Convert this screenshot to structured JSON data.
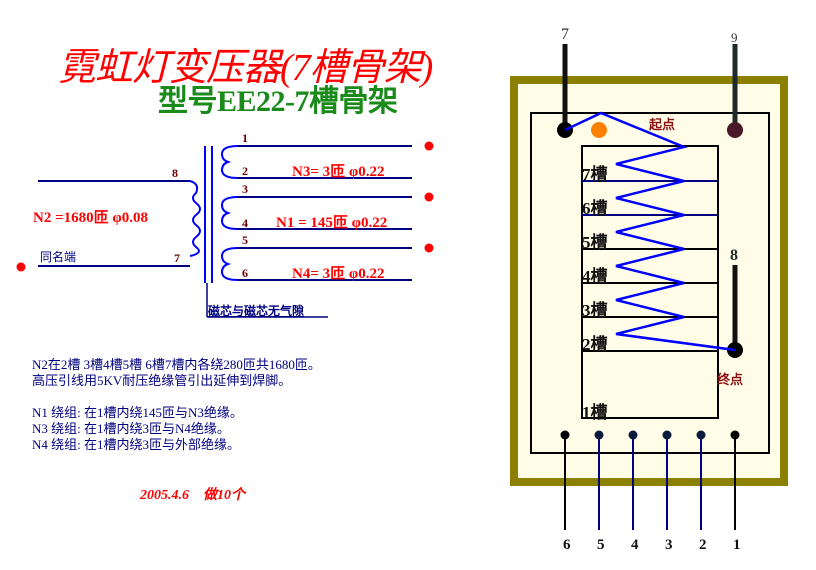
{
  "title": "霓虹灯变压器(7槽骨架)",
  "subtitle": "型号EE22-7槽骨架",
  "schematic": {
    "primary": {
      "label": "N2 =1680匝  φ0.08",
      "pin_top": "8",
      "pin_bottom": "7",
      "same_end_label": "同名端"
    },
    "secondaries": [
      {
        "label": "N3= 3匝   φ0.22",
        "pin_top": "1",
        "pin_bottom": "2"
      },
      {
        "label": "N1 = 145匝   φ0.22",
        "pin_top": "3",
        "pin_bottom": "4"
      },
      {
        "label": "N4= 3匝   φ0.22",
        "pin_top": "5",
        "pin_bottom": "6"
      }
    ],
    "core_note": "磁芯与磁芯无气隙",
    "colors": {
      "wire": "#000080",
      "coil": "#0000ff",
      "label": "#ff0000",
      "dot": "#ff0000"
    }
  },
  "notes": [
    "N2在2槽 3槽4槽5槽 6槽7槽内各绕280匝共1680匝。",
    "高压引线用5KV耐压绝缘管引出延伸到焊脚。",
    "",
    "N1 绕组:   在1槽内绕145匝与N3绝缘。",
    "N3 绕组:   在1槽内绕3匝与N4绝缘。",
    "N4 绕组:   在1槽内绕3匝与外部绝缘。"
  ],
  "footer": {
    "date": "2005.4.6",
    "quantity": "做10个"
  },
  "bobbin": {
    "top_pins": [
      "7",
      "9"
    ],
    "side_pin": "8",
    "start_label": "起点",
    "end_label": "终点",
    "slots": [
      "7槽",
      "6槽",
      "5槽",
      "4槽",
      "3槽",
      "2槽",
      "1槽"
    ],
    "bottom_pins": [
      "6",
      "5",
      "4",
      "3",
      "2",
      "1"
    ],
    "colors": {
      "frame": "#8b8000",
      "inner": "#fffde8",
      "winding": "#0000ff",
      "start_dot": "#ff8000",
      "pin9_dot": "#4a1a2a"
    }
  }
}
